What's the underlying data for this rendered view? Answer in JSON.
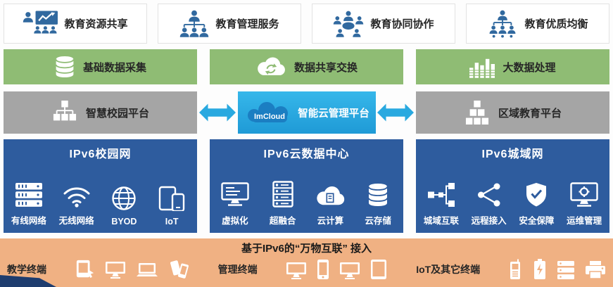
{
  "colors": {
    "infrastructure_blue": "#2e5c9e",
    "data_green": "#8fbc74",
    "platform_gray": "#a5a5a5",
    "cloud_cyan": "#29a9e0",
    "terminal_salmon": "#f0b183",
    "app_icon_blue": "#31699f",
    "corner_navy": "#1e3c6e"
  },
  "application_layer": {
    "items": [
      {
        "label": "教育资源共享"
      },
      {
        "label": "教育管理服务"
      },
      {
        "label": "教育协同协作"
      },
      {
        "label": "教育优质均衡"
      }
    ]
  },
  "data_layer": {
    "items": [
      {
        "label": "基础数据采集"
      },
      {
        "label": "数据共享交换"
      },
      {
        "label": "大数据处理"
      }
    ]
  },
  "platform_layer": {
    "left": {
      "label": "智慧校园平台"
    },
    "center": {
      "brand": "ImCloud",
      "label": "智能云管理平台"
    },
    "right": {
      "label": "区域教育平台"
    }
  },
  "infrastructure_layer": {
    "campus": {
      "title": "IPv6校园网",
      "items": [
        {
          "label": "有线网络"
        },
        {
          "label": "无线网络"
        },
        {
          "label": "BYOD"
        },
        {
          "label": "IoT"
        }
      ]
    },
    "datacenter": {
      "title": "IPv6云数据中心",
      "items": [
        {
          "label": "虚拟化"
        },
        {
          "label": "超融合"
        },
        {
          "label": "云计算"
        },
        {
          "label": "云存储"
        }
      ]
    },
    "metro": {
      "title": "IPv6城域网",
      "items": [
        {
          "label": "城域互联"
        },
        {
          "label": "远程接入"
        },
        {
          "label": "安全保障"
        },
        {
          "label": "运维管理"
        }
      ]
    }
  },
  "terminal_layer": {
    "title": "基于IPv6的“万物互联” 接入",
    "groups": [
      {
        "label": "教学终端"
      },
      {
        "label": "管理终端"
      },
      {
        "label": "IoT及其它终端"
      }
    ]
  }
}
